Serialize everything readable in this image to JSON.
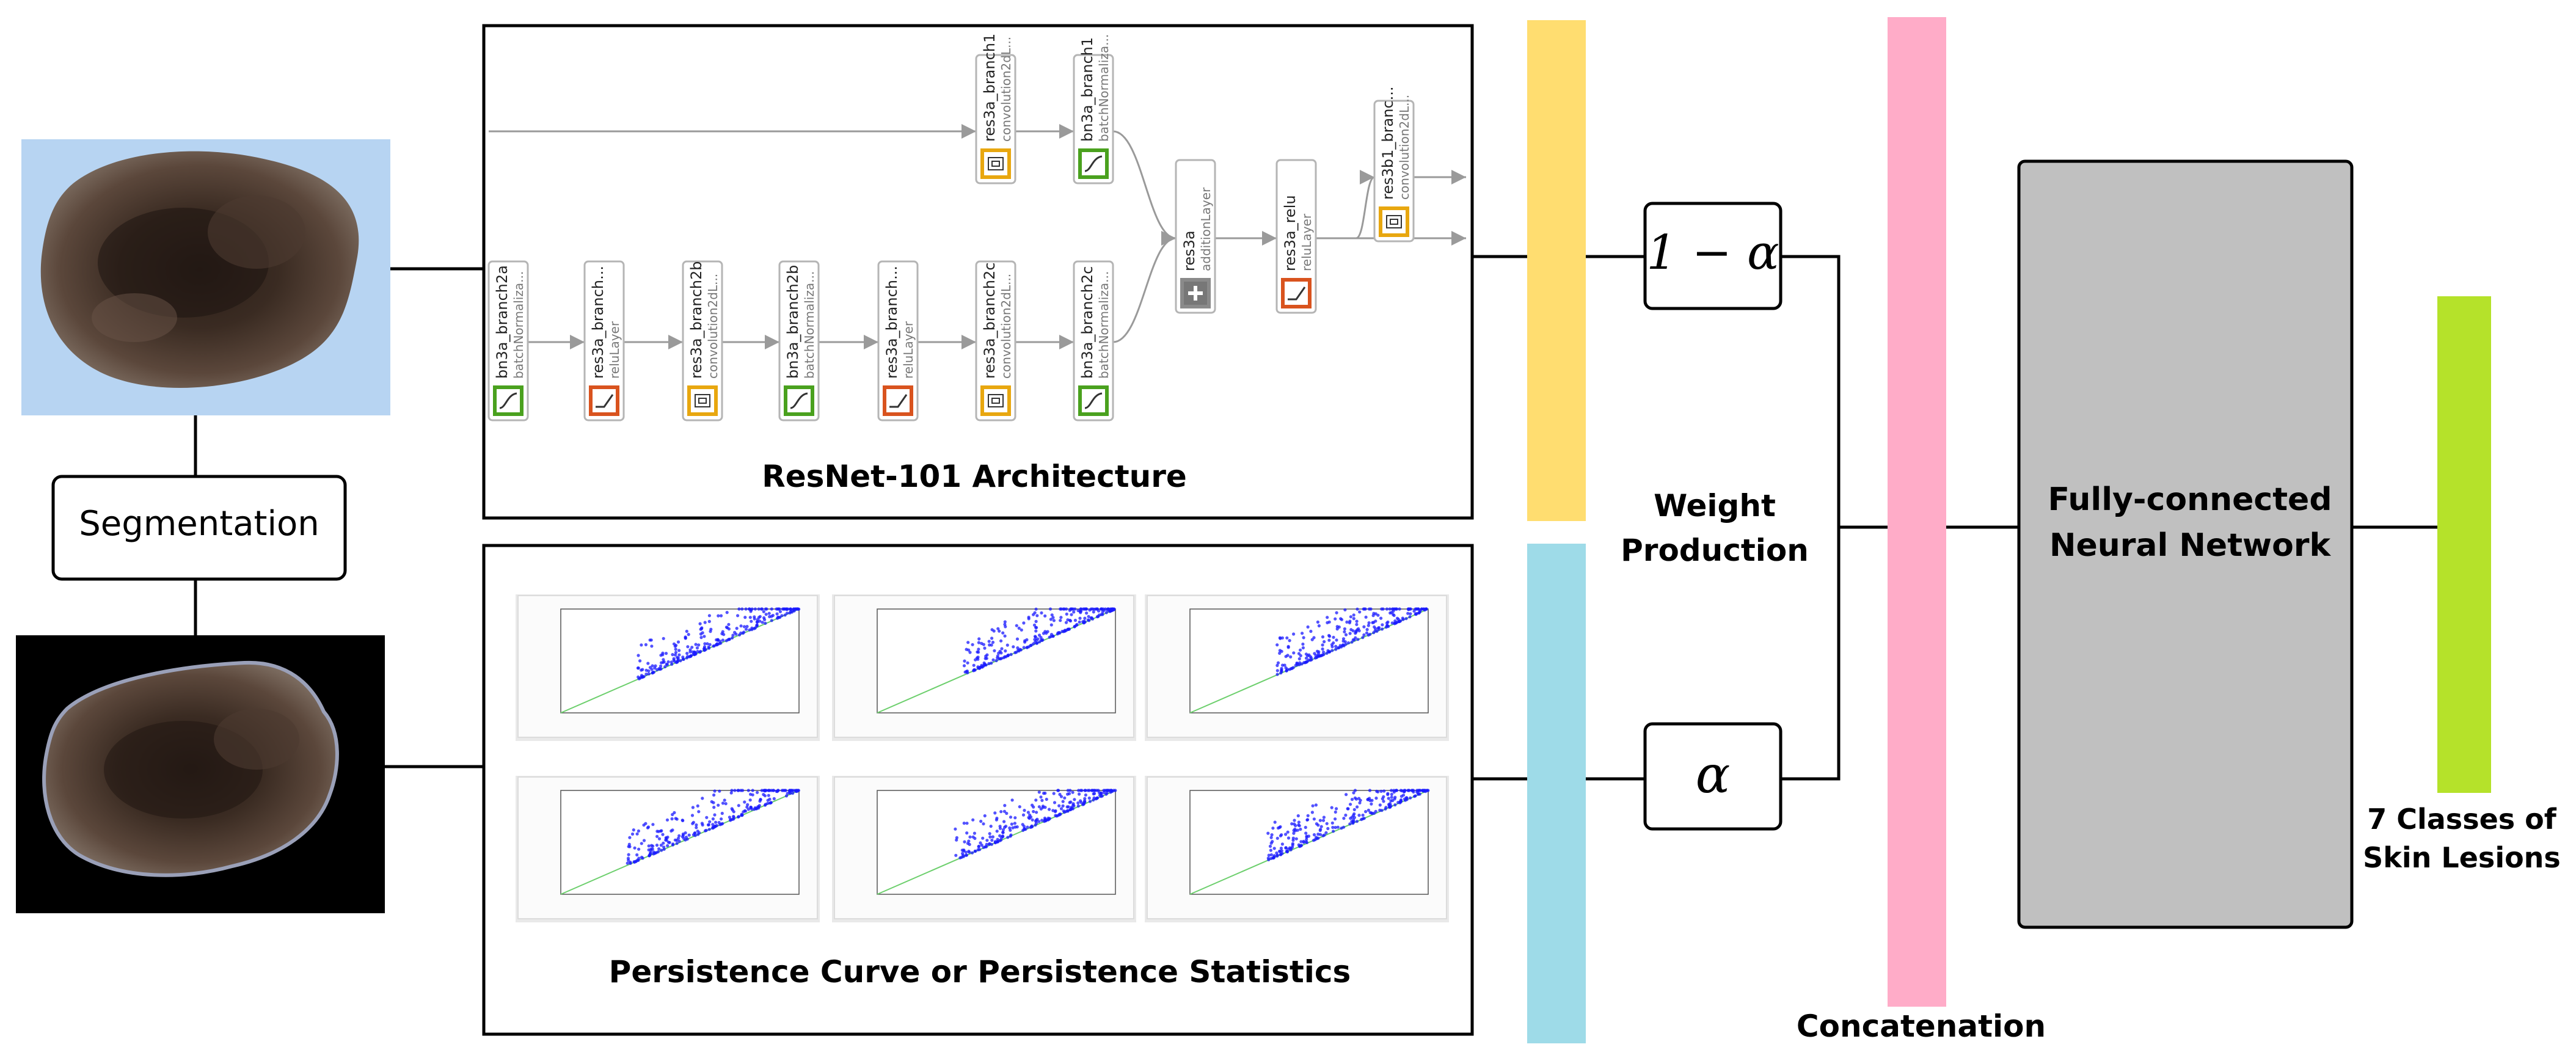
{
  "segmentation_label": "Segmentation",
  "resnet": {
    "caption": "ResNet-101 Architecture",
    "nodes": [
      {
        "name": "bn3a_branch2a",
        "type": "batchNormaliza...",
        "icon": "batchnorm-icon"
      },
      {
        "name": "res3a_branch...",
        "type": "reluLayer",
        "icon": "relu-icon"
      },
      {
        "name": "res3a_branch2b",
        "type": "convolution2dL...",
        "icon": "conv-icon"
      },
      {
        "name": "bn3a_branch2b",
        "type": "batchNormaliza...",
        "icon": "batchnorm-icon"
      },
      {
        "name": "res3a_branch...",
        "type": "reluLayer",
        "icon": "relu-icon"
      },
      {
        "name": "res3a_branch2c",
        "type": "convolution2dL...",
        "icon": "conv-icon"
      },
      {
        "name": "bn3a_branch2c",
        "type": "batchNormaliza...",
        "icon": "batchnorm-icon"
      },
      {
        "name": "res3a_branch1",
        "type": "convolution2dL...",
        "icon": "conv-icon"
      },
      {
        "name": "bn3a_branch1",
        "type": "batchNormaliza...",
        "icon": "batchnorm-icon"
      },
      {
        "name": "res3a",
        "type": "additionLayer",
        "icon": "addition-icon"
      },
      {
        "name": "res3a_relu",
        "type": "reluLayer",
        "icon": "relu-icon"
      },
      {
        "name": "res3b1_branc...",
        "type": "convolution2dL...",
        "icon": "conv-icon"
      }
    ]
  },
  "persistence": {
    "caption": "Persistence Curve or Persistence Statistics",
    "plot_count": 6
  },
  "weights": {
    "top": "1 − α",
    "bottom": "α",
    "label_line1": "Weight",
    "label_line2": "Production"
  },
  "concatenation_label": "Concatenation",
  "fcnn": {
    "line1": "Fully-connected",
    "line2": "Neural Network"
  },
  "output": {
    "line1": "7 Classes of",
    "line2": "Skin Lesions"
  },
  "colors": {
    "yellow_bar": "#ffdd70",
    "cyan_bar": "#9edbe8",
    "pink_bar": "#ffacc8",
    "green_bar": "#b5e22a",
    "fcnn_fill": "#c0c0c0",
    "image_bg_top": "#b7d4f2",
    "plot_point": "#1a1aff",
    "plot_diag": "#6ccf6c"
  }
}
